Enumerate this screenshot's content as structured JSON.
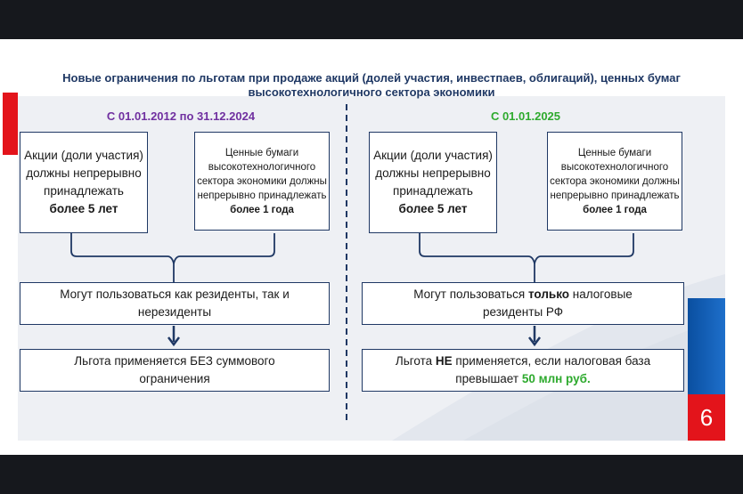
{
  "title": "Новые ограничения по льготам при продаже акций (долей участия, инвестпаев, облигаций), ценных бумаг высокотехнологичного сектора экономики",
  "left": {
    "header": "С 01.01.2012 по 31.12.2024",
    "box1": {
      "text": "Акции (доли участия) должны непрерывно принадлежать",
      "bold": "более 5 лет"
    },
    "box2": {
      "text": "Ценные бумаги высокотехнологичного сектора экономики должны непрерывно принадлежать",
      "bold": "более 1 года"
    },
    "box3": "Могут пользоваться как резиденты, так и нерезиденты",
    "box4": "Льгота применяется БЕЗ суммового ограничения"
  },
  "right": {
    "header": "С 01.01.2025",
    "box1": {
      "text": "Акции (доли участия) должны непрерывно принадлежать",
      "bold": "более 5 лет"
    },
    "box2": {
      "text": "Ценные бумаги высокотехнологичного сектора экономики должны непрерывно принадлежать",
      "bold": "более 1 года"
    },
    "box3": {
      "pre": "Могут пользоваться ",
      "bold": "только",
      "post": " налоговые резиденты РФ"
    },
    "box4": {
      "pre": "Льгота ",
      "bold": "НЕ",
      "mid": " применяется, если налоговая база превышает ",
      "green": "50 млн руб."
    }
  },
  "page_number": "6",
  "colors": {
    "title": "#1f3864",
    "left_header": "#7030a0",
    "right_header": "#2eaa2e",
    "accent_red": "#e3141b",
    "accent_blue": "#0a4fa0"
  }
}
